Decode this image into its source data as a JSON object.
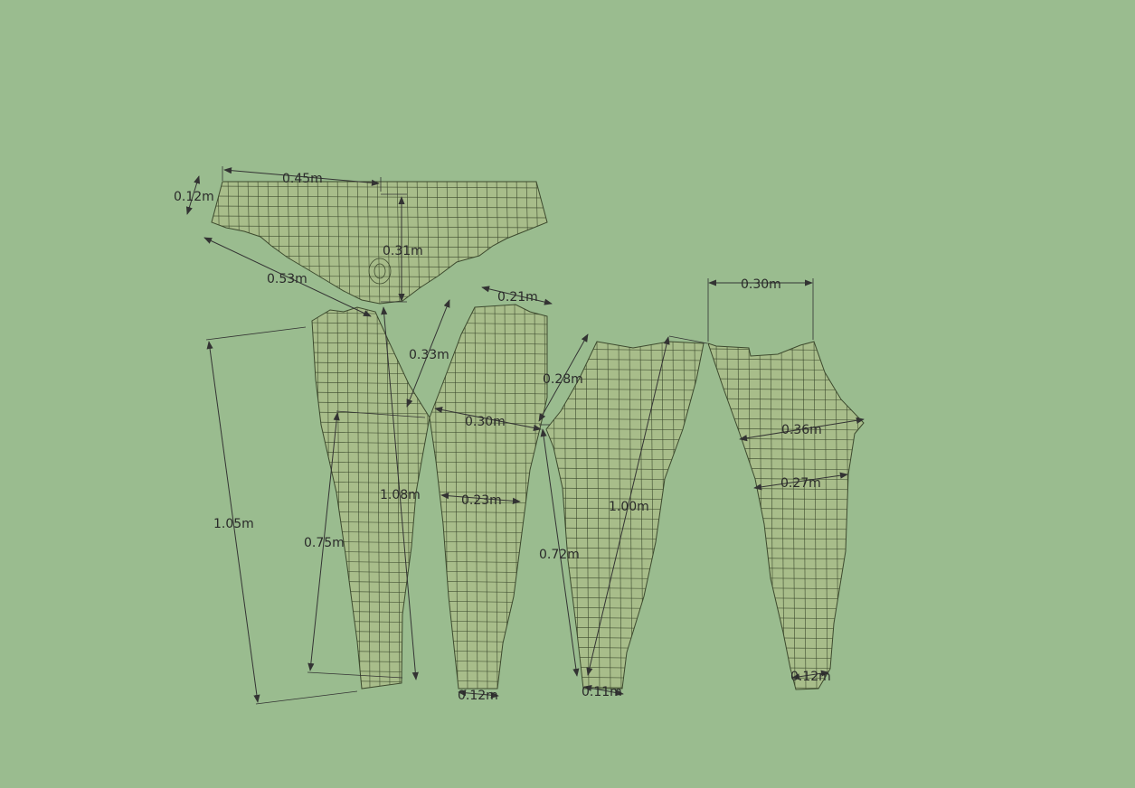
{
  "colors": {
    "background": "#9abc8f",
    "piece_fill": "#a8bd8a",
    "mesh_line": "#3d4a2e",
    "dimension_line": "#333333"
  },
  "dimensions": {
    "waistband_width": "0.45m",
    "waistband_height": "0.12m",
    "yoke_diagonal": "0.53m",
    "yoke_depth": "0.31m",
    "front_left_side_length": "1.05m",
    "front_left_inseam": "0.75m",
    "front_left_center_length": "1.08m",
    "crotch_curve": "0.33m",
    "front_right_top_width": "0.21m",
    "thigh_width": "0.30m",
    "knee_width": "0.23m",
    "front_right_hem": "0.12m",
    "front_left_rise": "0.28m",
    "back_inseam": "0.72m",
    "back_length": "1.00m",
    "back_hem": "0.11m",
    "back_right_top_width": "0.30m",
    "back_right_thigh": "0.36m",
    "back_right_knee": "0.27m",
    "back_right_hem": "0.12m"
  }
}
